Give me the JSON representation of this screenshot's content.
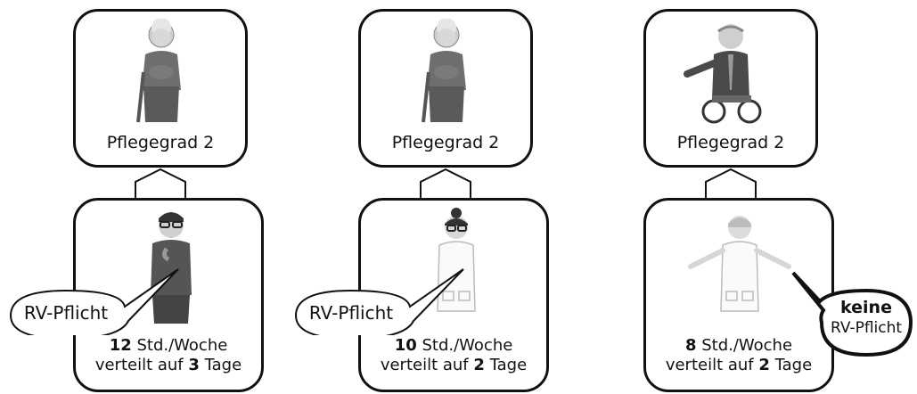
{
  "panels": [
    {
      "care": {
        "label": "Pflegegrad 2",
        "person": "elderly-woman-with-cane"
      },
      "caregiver": {
        "person": "male-caregiver",
        "hours_value": "12",
        "hours_unit": " Std./Woche",
        "days_prefix": "verteilt auf ",
        "days_value": "3",
        "days_unit": " Tage",
        "bubble": {
          "line1": "RV-Pflicht",
          "line2": ""
        }
      }
    },
    {
      "care": {
        "label": "Pflegegrad 2",
        "person": "elderly-woman-with-cane"
      },
      "caregiver": {
        "person": "female-nurse",
        "hours_value": "10",
        "hours_unit": " Std./Woche",
        "days_prefix": "verteilt auf ",
        "days_value": "2",
        "days_unit": " Tage",
        "bubble": {
          "line1": "RV-Pflicht",
          "line2": ""
        }
      }
    },
    {
      "care": {
        "label": "Pflegegrad 2",
        "person": "elderly-man-in-wheelchair"
      },
      "caregiver": {
        "person": "female-nurse-shrugging",
        "hours_value": "8",
        "hours_unit": " Std./Woche",
        "days_prefix": "verteilt auf ",
        "days_value": "2",
        "days_unit": " Tage",
        "bubble": {
          "line1": "keine",
          "line2": "RV-Pflicht"
        }
      }
    }
  ]
}
